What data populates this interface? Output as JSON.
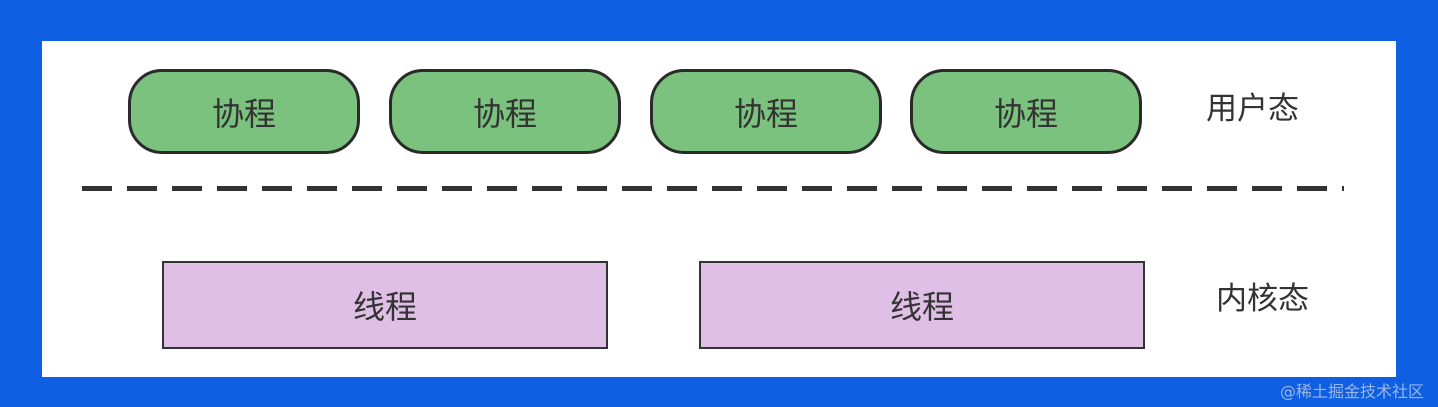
{
  "user_space": {
    "label": "用户态",
    "coroutines": [
      "协程",
      "协程",
      "协程",
      "协程"
    ]
  },
  "kernel_space": {
    "label": "内核态",
    "threads": [
      "线程",
      "线程"
    ]
  },
  "watermark": "@稀土掘金技术社区",
  "colors": {
    "background": "#0f5fe3",
    "panel": "#ffffff",
    "coroutine_fill": "#7cc27f",
    "thread_fill": "#e0bfe6",
    "outline": "#2a2a2a"
  }
}
